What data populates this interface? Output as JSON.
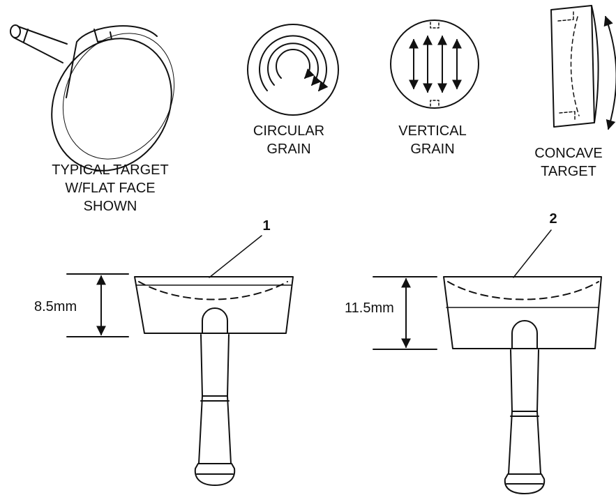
{
  "labels": {
    "typical_target": [
      "TYPICAL TARGET",
      "W/FLAT FACE",
      "SHOWN"
    ],
    "circular_grain": [
      "CIRCULAR",
      "GRAIN"
    ],
    "vertical_grain": [
      "VERTICAL",
      "GRAIN"
    ],
    "concave_target": [
      "CONCAVE",
      "TARGET"
    ],
    "callout_1": "1",
    "callout_2": "2",
    "dimension_1": "8.5mm",
    "dimension_2": "11.5mm"
  },
  "colors": {
    "line": "#111111",
    "background": "#ffffff"
  }
}
